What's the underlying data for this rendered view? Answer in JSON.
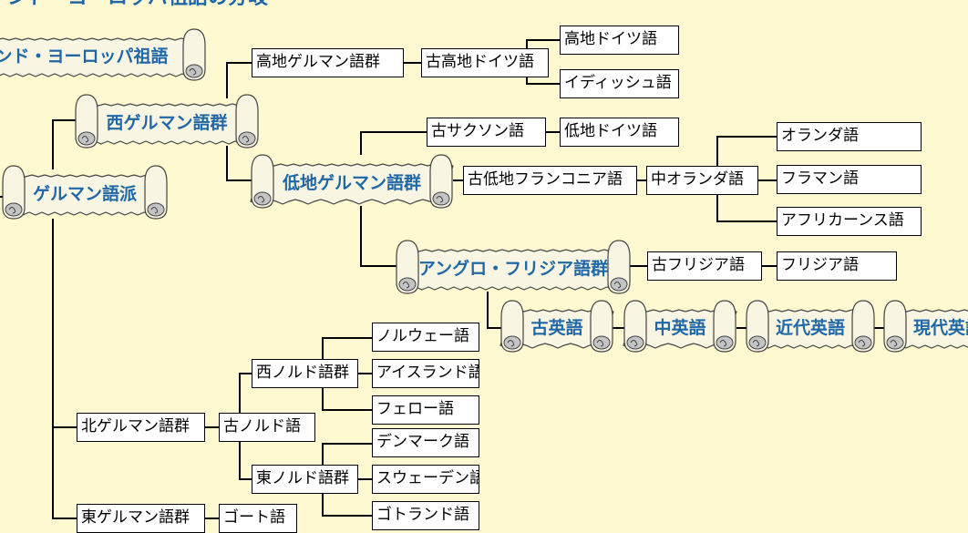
{
  "title": "インド・ヨーロッパ祖語の分岐",
  "colors": {
    "background": "#fff9d2",
    "scroll_fill": "#f8f5e2",
    "scroll_text": "#1f67a6",
    "box_fill": "#ffffff",
    "line": "#000000"
  },
  "scrolls": {
    "pie": "インド・ヨーロッパ祖語",
    "germanic": "ゲルマン語派",
    "west_germanic": "西ゲルマン語群",
    "low_german_group": "低地ゲルマン語群",
    "anglo_frisian": "アングロ・フリジア語群",
    "old_english": "古英語",
    "middle_english": "中英語",
    "early_modern_english": "近代英語",
    "modern_english": "現代英語"
  },
  "boxes": {
    "high_germanic": "高地ゲルマン語群",
    "old_high_german": "古高地ドイツ語",
    "high_german": "高地ドイツ語",
    "yiddish": "イディッシュ語",
    "old_saxon": "古サクソン語",
    "low_german": "低地ドイツ語",
    "old_low_franconian": "古低地フランコニア語",
    "middle_dutch": "中オランダ語",
    "dutch": "オランダ語",
    "flemish": "フラマン語",
    "afrikaans": "アフリカーンス語",
    "old_frisian": "古フリジア語",
    "frisian": "フリジア語",
    "north_germanic": "北ゲルマン語群",
    "old_norse": "古ノルド語",
    "west_norse": "西ノルド語群",
    "norwegian": "ノルウェー語",
    "icelandic": "アイスランド語",
    "faroese": "フェロー語",
    "east_norse": "東ノルド語群",
    "danish": "デンマーク語",
    "swedish": "スウェーデン語",
    "gutnish": "ゴトランド語",
    "east_germanic": "東ゲルマン語群",
    "gothic": "ゴート語"
  }
}
